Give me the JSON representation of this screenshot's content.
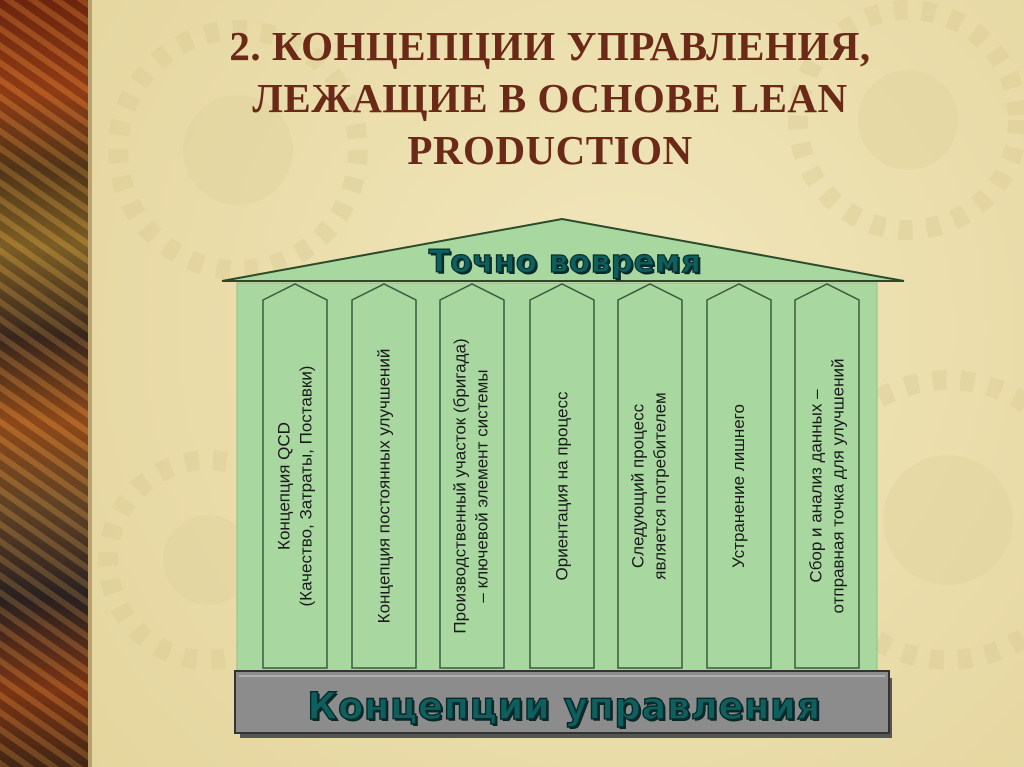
{
  "slide": {
    "title_line1": "2. КОНЦЕПЦИИ УПРАВЛЕНИЯ,",
    "title_line2": "ЛЕЖАЩИЕ В ОСНОВЕ LEAN",
    "title_line3": "PRODUCTION"
  },
  "diagram": {
    "roof": "Точно вовремя",
    "base": "Концепции управления",
    "columns": [
      {
        "text": "Концепция QCD\n(Качество, Затраты, Поставки)"
      },
      {
        "text": "Концепция постоянных улучшений"
      },
      {
        "text": "Производственный участок (бригада)\n– ключевой элемент системы"
      },
      {
        "text": "Ориентация на процесс"
      },
      {
        "text": "Следующий процесс\nявляется потребителем"
      },
      {
        "text": "Устранение лишнего"
      },
      {
        "text": "Сбор и анализ данных –\nотправная точка для улучшений"
      }
    ]
  },
  "colors": {
    "pillar_fill": "#a8d8a0",
    "roof_fill": "#a8d8a0",
    "base_fill": "#8c8c8c",
    "title_color": "#6b2a18",
    "background": "#e8dcaa"
  }
}
